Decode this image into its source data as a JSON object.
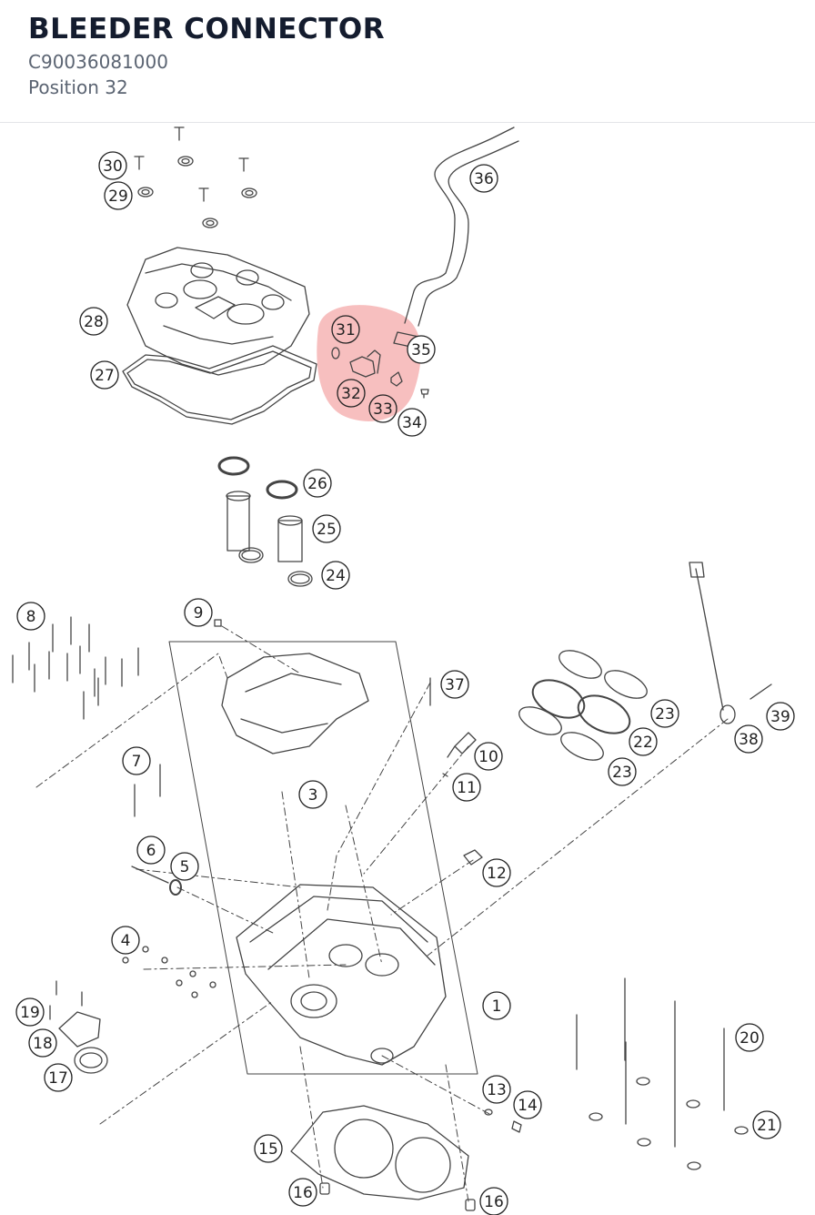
{
  "header": {
    "title": "BLEEDER CONNECTOR",
    "part_number": "C90036081000",
    "position": "Position 32"
  },
  "highlight": {
    "selected_callout": "32",
    "color": "#f08a8a"
  },
  "callouts": [
    {
      "id": "c1",
      "label": "1"
    },
    {
      "id": "c3",
      "label": "3"
    },
    {
      "id": "c4",
      "label": "4"
    },
    {
      "id": "c5",
      "label": "5"
    },
    {
      "id": "c6",
      "label": "6"
    },
    {
      "id": "c7",
      "label": "7"
    },
    {
      "id": "c8",
      "label": "8"
    },
    {
      "id": "c9",
      "label": "9"
    },
    {
      "id": "c10",
      "label": "10"
    },
    {
      "id": "c11",
      "label": "11"
    },
    {
      "id": "c12",
      "label": "12"
    },
    {
      "id": "c13",
      "label": "13"
    },
    {
      "id": "c14",
      "label": "14"
    },
    {
      "id": "c15",
      "label": "15"
    },
    {
      "id": "c16a",
      "label": "16"
    },
    {
      "id": "c16b",
      "label": "16"
    },
    {
      "id": "c17",
      "label": "17"
    },
    {
      "id": "c18",
      "label": "18"
    },
    {
      "id": "c19",
      "label": "19"
    },
    {
      "id": "c20",
      "label": "20"
    },
    {
      "id": "c21",
      "label": "21"
    },
    {
      "id": "c22",
      "label": "22"
    },
    {
      "id": "c23a",
      "label": "23"
    },
    {
      "id": "c23b",
      "label": "23"
    },
    {
      "id": "c24",
      "label": "24"
    },
    {
      "id": "c25",
      "label": "25"
    },
    {
      "id": "c26",
      "label": "26"
    },
    {
      "id": "c27",
      "label": "27"
    },
    {
      "id": "c28",
      "label": "28"
    },
    {
      "id": "c29",
      "label": "29"
    },
    {
      "id": "c30",
      "label": "30"
    },
    {
      "id": "c31",
      "label": "31"
    },
    {
      "id": "c32",
      "label": "32"
    },
    {
      "id": "c33",
      "label": "33"
    },
    {
      "id": "c34",
      "label": "34"
    },
    {
      "id": "c35",
      "label": "35"
    },
    {
      "id": "c36",
      "label": "36"
    },
    {
      "id": "c37",
      "label": "37"
    },
    {
      "id": "c38",
      "label": "38"
    },
    {
      "id": "c39",
      "label": "39"
    }
  ]
}
